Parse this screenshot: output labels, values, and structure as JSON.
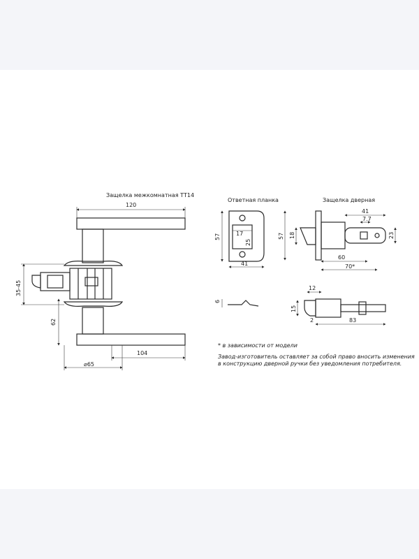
{
  "titles": {
    "main": "Защелка межкомнатная ТТ14",
    "strike": "Ответная планка",
    "latch": "Защелка дверная"
  },
  "dims": {
    "handle_len": "120",
    "rose_to_rose": "35-45",
    "height": "62",
    "lever_len": "104",
    "rose_dia": "⌀65",
    "strike_w": "41",
    "strike_h": "57",
    "strike_inner_w": "17",
    "strike_inner_h": "25",
    "strike_side": "6",
    "latch_h": "57",
    "latch_bolt": "18",
    "latch_top": "41",
    "latch_small": "7.7",
    "latch_hole": "23",
    "latch_60": "60",
    "latch_70": "70*",
    "bolt_12": "12",
    "bolt_15": "15",
    "bolt_2": "2",
    "bolt_83": "83"
  },
  "notes": {
    "footnote": "* в зависимости от модели",
    "disclaimer_1": "Завод-изготовитель оставляет за собой право вносить изменения",
    "disclaimer_2": "в конструкцию дверной ручки без уведомления потребителя."
  }
}
